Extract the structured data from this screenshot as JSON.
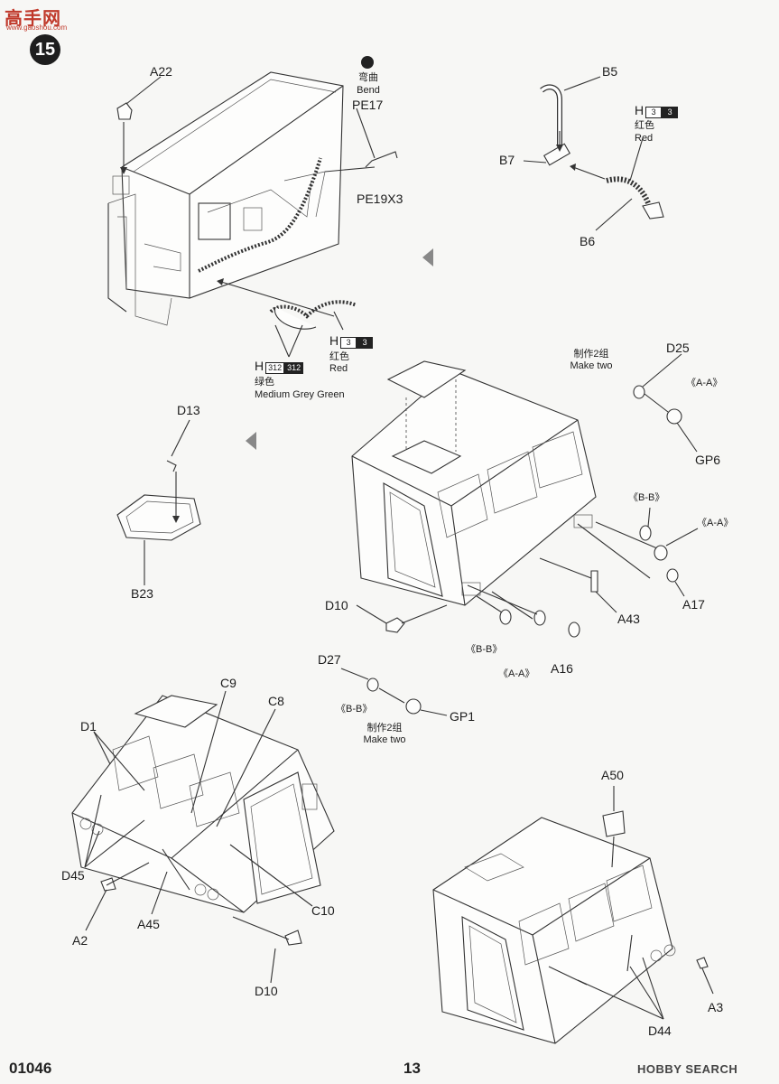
{
  "header": {
    "logo_text": "高手网",
    "logo_url": "www.gaoshou.com",
    "step_number": "15"
  },
  "parts": {
    "A22": "A22",
    "bend_zh": "弯曲",
    "bend_en": "Bend",
    "PE17": "PE17",
    "PE19X3": "PE19X3",
    "B5": "B5",
    "B7": "B7",
    "B6": "B6",
    "D25": "D25",
    "GP6": "GP6",
    "D13": "D13",
    "B23": "B23",
    "D10": "D10",
    "A43": "A43",
    "A17": "A17",
    "A16": "A16",
    "D27": "D27",
    "GP1": "GP1",
    "C9": "C9",
    "C8": "C8",
    "D1": "D1",
    "D45": "D45",
    "A45": "A45",
    "A2": "A2",
    "C10": "C10",
    "D10_b": "D10",
    "A50": "A50",
    "A3": "A3",
    "D44": "D44"
  },
  "paint": {
    "h": "H",
    "red_code": "3",
    "red_zh": "红色",
    "red_en": "Red",
    "green_code": "312",
    "green_zh": "绿色",
    "green_en": "Medium Grey Green"
  },
  "notes": {
    "make_two_zh": "制作2组",
    "make_two_en": "Make two",
    "aa": "《A-A》",
    "bb": "《B-B》"
  },
  "footer": {
    "kit_number": "01046",
    "page_number": "13",
    "watermark": "HOBBY SEARCH"
  }
}
